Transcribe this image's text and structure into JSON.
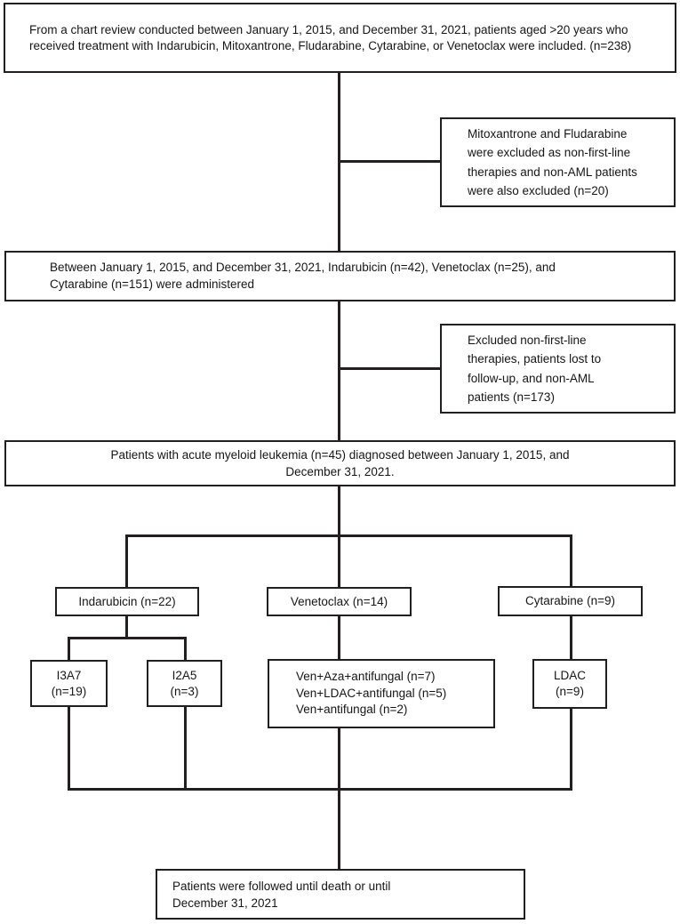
{
  "colors": {
    "ink": "#231f20",
    "background": "#ffffff",
    "text": "#161616"
  },
  "flowchart": {
    "initial": {
      "lines": [
        "From a chart review conducted between January 1, 2015, and December 31, 2021, patients aged >20 years who",
        "received treatment with Indarubicin, Mitoxantrone, Fludarabine, Cytarabine, or Venetoclax were included. (n=238)"
      ]
    },
    "exclusion1": {
      "lines": [
        "Mitoxantrone and Fludarabine",
        "were excluded as non-first-line",
        "therapies and non-AML patients",
        "were also excluded (n=20)"
      ]
    },
    "administered": {
      "lines": [
        "Between January 1, 2015, and December 31, 2021, Indarubicin (n=42), Venetoclax (n=25), and",
        "Cytarabine (n=151) were administered"
      ]
    },
    "exclusion2": {
      "lines": [
        "Excluded non-first-line",
        "therapies, patients lost to",
        "follow-up, and non-AML",
        "patients (n=173)"
      ]
    },
    "aml": {
      "lines": [
        "Patients with acute myeloid leukemia (n=45) diagnosed between January 1, 2015, and",
        "December 31, 2021."
      ]
    },
    "arm_indarubicin": {
      "label": "Indarubicin (n=22)"
    },
    "arm_venetoclax": {
      "label": "Venetoclax (n=14)"
    },
    "arm_cytarabine": {
      "label": "Cytarabine (n=9)"
    },
    "i3a7": {
      "lines": [
        "I3A7",
        "(n=19)"
      ]
    },
    "i2a5": {
      "lines": [
        "I2A5",
        "(n=3)"
      ]
    },
    "ven_regimens": {
      "lines": [
        "Ven+Aza+antifungal (n=7)",
        "Ven+LDAC+antifungal (n=5)",
        "Ven+antifungal (n=2)"
      ]
    },
    "ldac": {
      "lines": [
        "LDAC",
        "(n=9)"
      ]
    },
    "followup": {
      "lines": [
        "Patients were followed until death or until",
        "December 31, 2021"
      ]
    }
  }
}
